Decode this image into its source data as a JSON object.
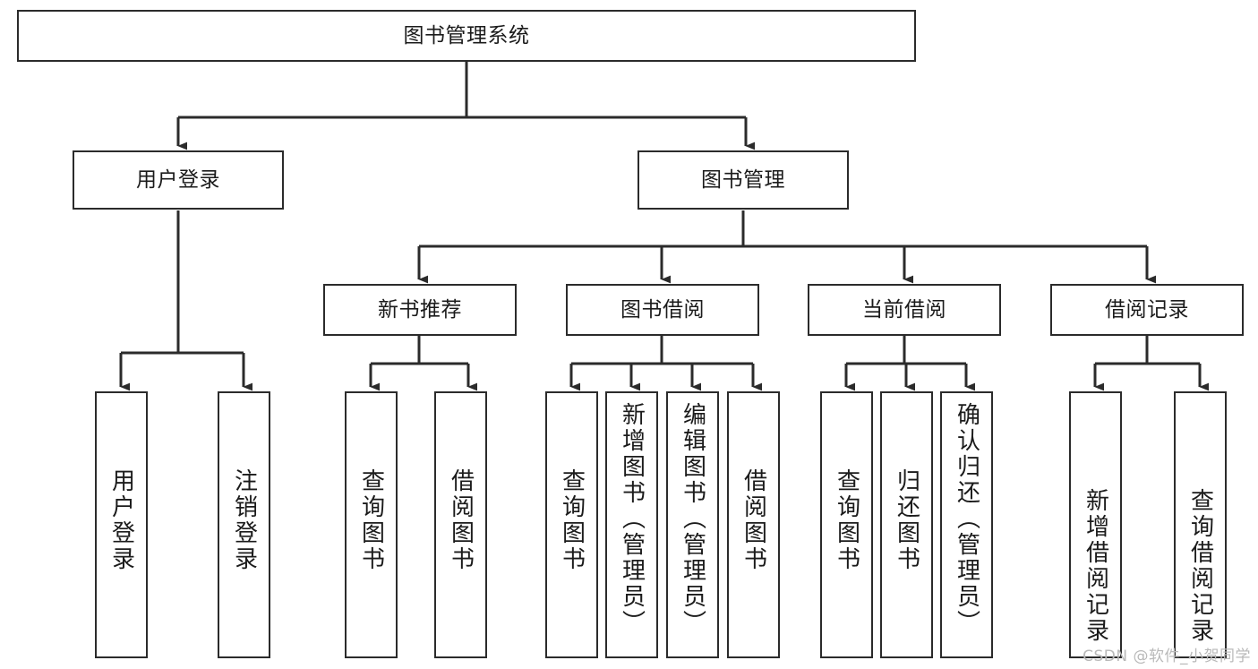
{
  "diagram": {
    "type": "tree-hierarchy-chart",
    "title_text": "图书管理系统",
    "watermark": "CSDN @软件_小贺同学",
    "colors": {
      "box_border": "#2b2b2b",
      "box_fill": "#ffffff",
      "connector": "#2b2b2b",
      "text": "#1b1b1b",
      "watermark": "#b9b9b9",
      "background": "#ffffff"
    },
    "root": {
      "label": "图书管理系统"
    },
    "level2": [
      {
        "label": "用户登录"
      },
      {
        "label": "图书管理"
      }
    ],
    "level3": [
      {
        "label": "新书推荐"
      },
      {
        "label": "图书借阅"
      },
      {
        "label": "当前借阅"
      },
      {
        "label": "借阅记录"
      }
    ],
    "leaves": {
      "user_login": [
        {
          "label": "用户登录"
        },
        {
          "label": "注销登录"
        }
      ],
      "new_book_recommend": [
        {
          "label": "查询图书"
        },
        {
          "label": "借阅图书"
        }
      ],
      "book_borrow": [
        {
          "label": "查询图书"
        },
        {
          "label": "新增图书（管理员）"
        },
        {
          "label": "编辑图书（管理员）"
        },
        {
          "label": "借阅图书"
        }
      ],
      "current_borrow": [
        {
          "label": "查询图书"
        },
        {
          "label": "归还图书"
        },
        {
          "label": "确认归还（管理员）"
        }
      ],
      "borrow_records": [
        {
          "label": "新增借阅记录"
        },
        {
          "label": "查询借阅记录"
        }
      ]
    }
  }
}
